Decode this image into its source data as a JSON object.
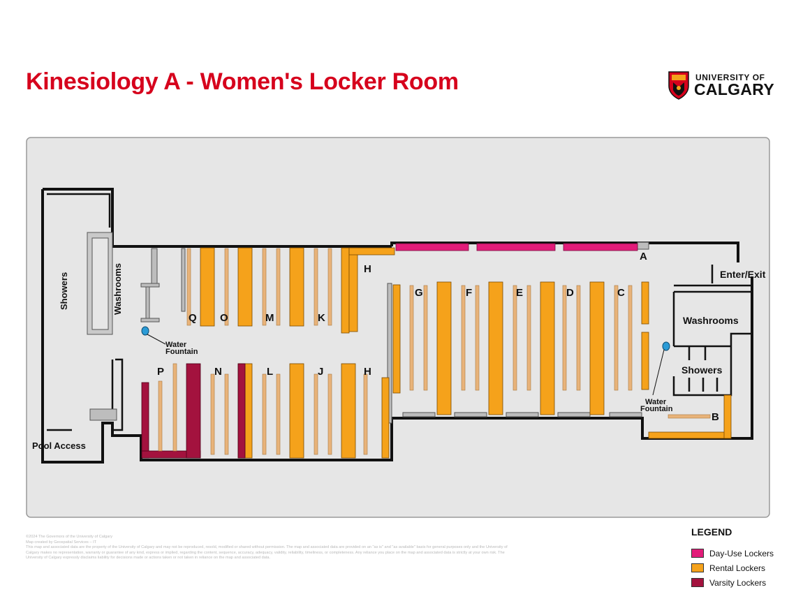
{
  "title": "Kinesiology A - Women's Locker Room",
  "logo": {
    "line1": "UNIVERSITY OF",
    "line2": "CALGARY"
  },
  "colors": {
    "title_red": "#d6001c",
    "day_use": "#e21c79",
    "rental": "#f5a21b",
    "varsity": "#a3123e",
    "bench": "#e8b37a",
    "fountain": "#2b9bd6",
    "map_bg": "#e6e6e6",
    "wall": "#111111"
  },
  "rooms": {
    "showers_left": "Showers",
    "washrooms_left": "Washrooms",
    "washrooms_right": "Washrooms",
    "showers_right": "Showers",
    "enter_exit": "Enter/Exit",
    "pool_access": "Pool Access",
    "water_fountain_1_line1": "Water",
    "water_fountain_1_line2": "Fountain",
    "water_fountain_2_line1": "Water",
    "water_fountain_2_line2": "Fountain"
  },
  "locker_rows": {
    "A": "A",
    "B": "B",
    "C": "C",
    "D": "D",
    "E": "E",
    "F": "F",
    "G": "G",
    "H_top": "H",
    "H_bottom": "H",
    "J": "J",
    "K": "K",
    "L": "L",
    "M": "M",
    "N": "N",
    "O": "O",
    "P": "P",
    "Q": "Q"
  },
  "legend": {
    "title": "LEGEND",
    "items": [
      {
        "label": "Day-Use Lockers",
        "color": "#e21c79"
      },
      {
        "label": "Rental Lockers",
        "color": "#f5a21b"
      },
      {
        "label": "Varsity Lockers",
        "color": "#a3123e"
      }
    ]
  },
  "fine_print": {
    "line1": "©2024 The Governors of the University of Calgary",
    "line2": "Map created by Geospatial Services – IT",
    "line3": "This map and associated data are the property of the University of Calgary and may not be reproduced, resold, modified or shared without permission. The map and associated data are provided on an \"as is\" and \"as available\" basis for general purposes only and the University of Calgary makes no representation, warranty or guarantee of any kind, express or implied, regarding the content, sequence, accuracy, adequacy, validity, reliability, timeliness, or completeness. Any reliance you place on the map and associated data is strictly at your own risk. The University of Calgary expressly disclaims liability for decisions made or actions taken or not taken in reliance on the map and associated data."
  }
}
